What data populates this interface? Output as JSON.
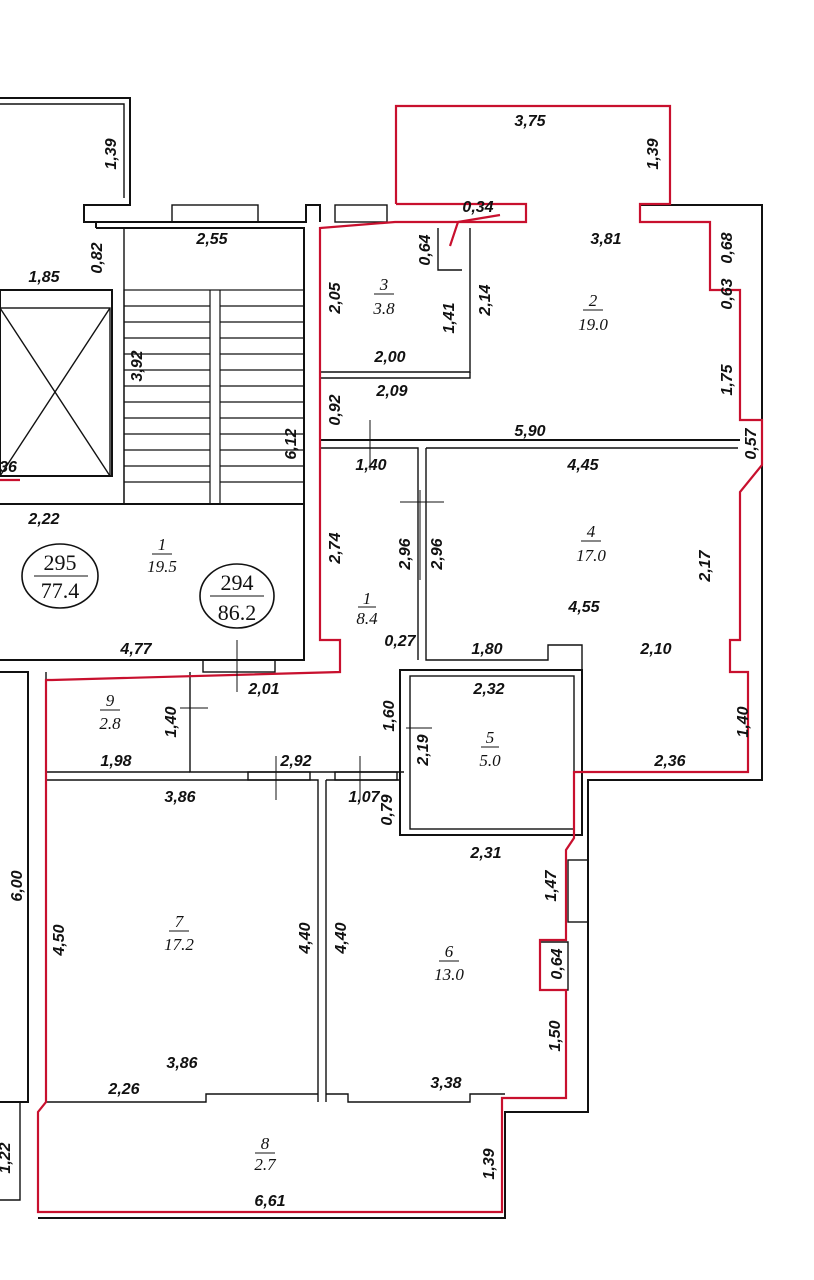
{
  "rooms": [
    {
      "id": "r1a",
      "number": "1",
      "area": "19.5"
    },
    {
      "id": "r1b",
      "number": "1",
      "area": "8.4"
    },
    {
      "id": "r2",
      "number": "2",
      "area": "19.0"
    },
    {
      "id": "r3",
      "number": "3",
      "area": "3.8"
    },
    {
      "id": "r4",
      "number": "4",
      "area": "17.0"
    },
    {
      "id": "r5",
      "number": "5",
      "area": "5.0"
    },
    {
      "id": "r6",
      "number": "6",
      "area": "13.0"
    },
    {
      "id": "r7",
      "number": "7",
      "area": "17.2"
    },
    {
      "id": "r8",
      "number": "8",
      "area": "2.7"
    },
    {
      "id": "r9",
      "number": "9",
      "area": "2.8"
    }
  ],
  "apartments": [
    {
      "id": "apt295",
      "number": "295",
      "area": "77.4"
    },
    {
      "id": "apt294",
      "number": "294",
      "area": "86.2"
    }
  ],
  "dimensions": {
    "d375": "3,75",
    "d139_top_right": "1,39",
    "d139_top_left": "1,39",
    "d034": "0,34",
    "d381": "3,81",
    "d068": "0,68",
    "d063": "0,63",
    "d064_r3": "0,64",
    "d255": "2,55",
    "d082": "0,82",
    "d185": "1,85",
    "d205": "2,05",
    "d214": "2,14",
    "d141": "1,41",
    "d200": "2,00",
    "d209": "2,09",
    "d392": "3,92",
    "d175": "1,75",
    "d057": "0,57",
    "d590": "5,90",
    "d092": "0,92",
    "d612": "6,12",
    "d140_corr": "1,40",
    "d445": "4,45",
    "d036_partial": "36",
    "d222": "2,22",
    "d274": "2,74",
    "d296_a": "2,96",
    "d296_b": "2,96",
    "d217": "2,17",
    "d455": "4,55",
    "d027": "0,27",
    "d477": "4,77",
    "d180": "1,80",
    "d210": "2,10",
    "d201": "2,01",
    "d232": "2,32",
    "d140_r9": "1,40",
    "d160": "1,60",
    "d219": "2,19",
    "d140_right": "1,40",
    "d198": "1,98",
    "d292": "2,92",
    "d236": "2,36",
    "d386_top": "3,86",
    "d107": "1,07",
    "d079": "0,79",
    "d231": "2,31",
    "d600": "6,00",
    "d147": "1,47",
    "d450": "4,50",
    "d440_a": "4,40",
    "d440_b": "4,40",
    "d064_r6": "0,64",
    "d150": "1,50",
    "d386_bot": "3,86",
    "d226": "2,26",
    "d338": "3,38",
    "d122": "1,22",
    "d139_balcony": "1,39",
    "d661": "6,61"
  },
  "colors": {
    "walls": "#111111",
    "apartment_outline": "#c8102e"
  }
}
